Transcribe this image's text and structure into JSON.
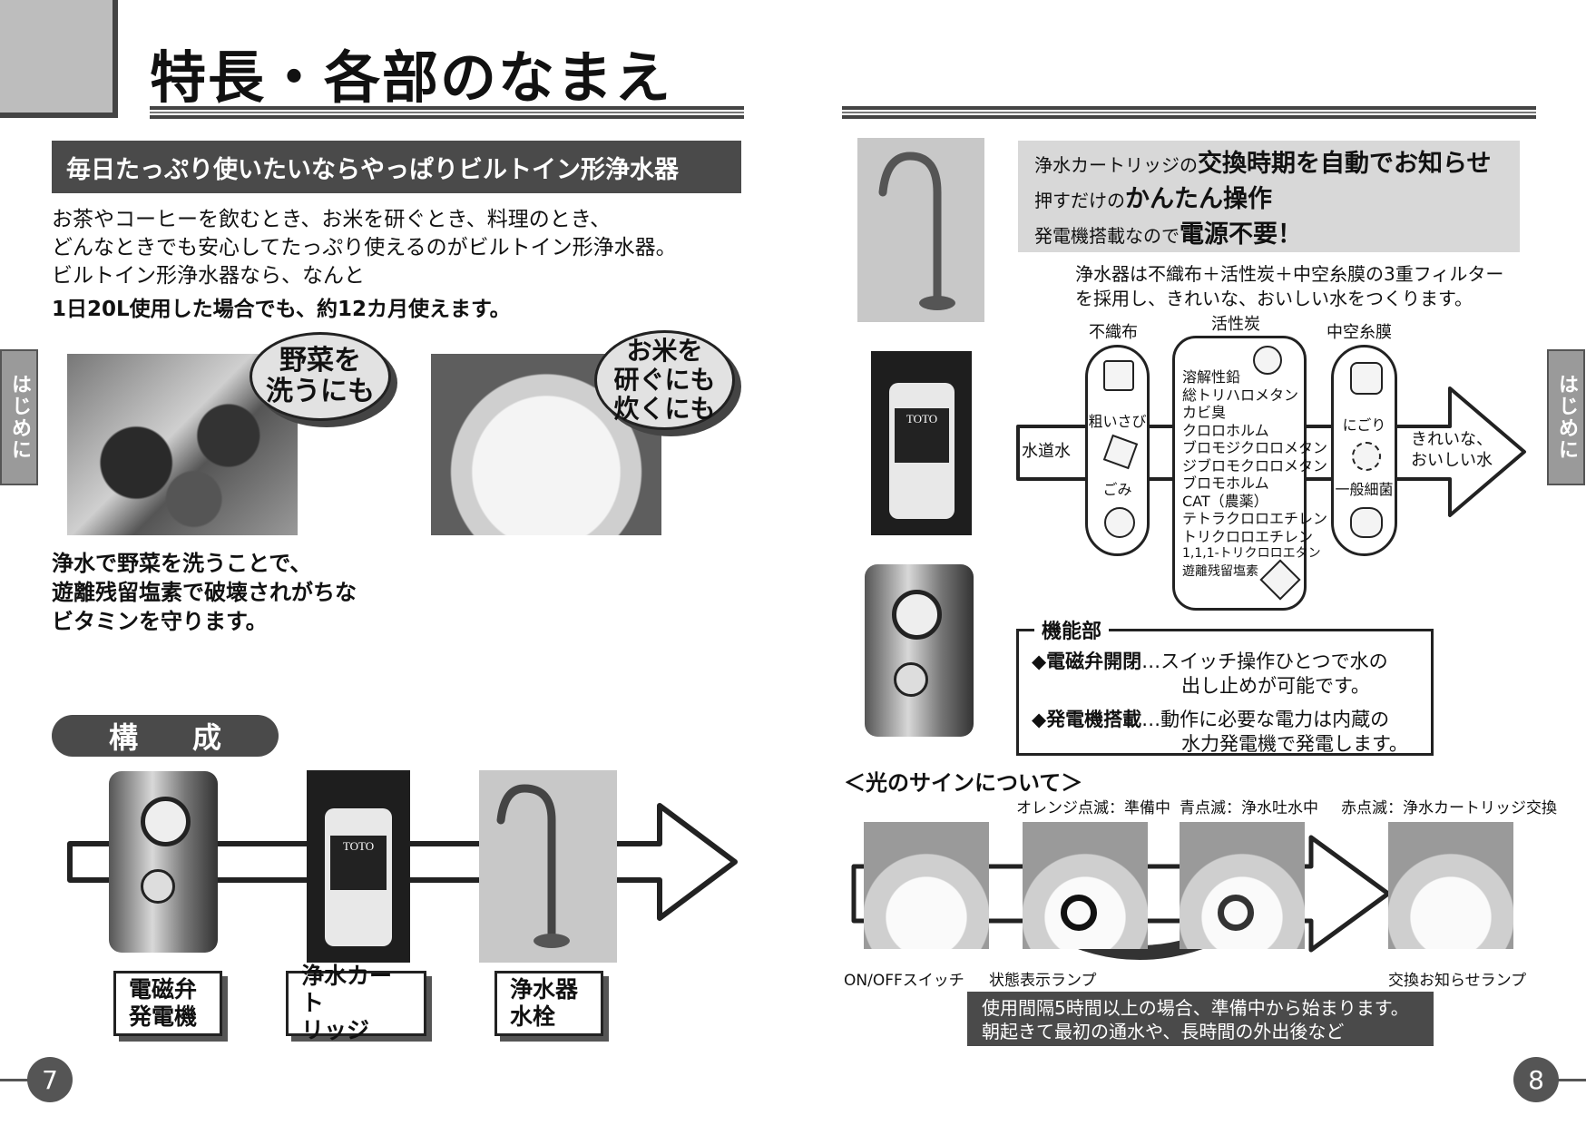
{
  "header": {
    "title": "特長・各部のなまえ"
  },
  "left_page": {
    "subheading": "毎日たっぷり使いたいならやっぱりビルトイン形浄水器",
    "intro_lines": [
      "お茶やコーヒーを飲むとき、お米を研ぐとき、料理のとき、",
      "どんなときでも安心してたっぷり使えるのがビルトイン形浄水器。",
      "ビルトイン形浄水器なら、なんと"
    ],
    "intro_bold": "1日20L使用した場合でも、約12カ月使えます。",
    "bubble_veg": "野菜を\n洗うにも",
    "bubble_rice": "お米を\n研ぐにも\n炊くにも",
    "veg_caption": [
      "浄水で野菜を洗うことで、",
      "遊離残留塩素で破壊されがちな",
      "ビタミンを守ります。"
    ],
    "composition_label": "構成",
    "parts": [
      {
        "label": "電磁弁\n発電機"
      },
      {
        "label": "浄水カート\nリッジ"
      },
      {
        "label": "浄水器\n水栓"
      }
    ],
    "page_number": "7"
  },
  "side_tab": "はじめに",
  "right_page": {
    "features": [
      {
        "prefix": "浄水カートリッジの",
        "highlight": "交換時期を自動でお知らせ"
      },
      {
        "prefix": "押すだけの",
        "highlight": "かんたん操作"
      },
      {
        "prefix": "発電機搭載なので",
        "highlight": "電源不要！"
      }
    ],
    "filter_description": [
      "浄水器は不織布＋活性炭＋中空糸膜の3重フィルター",
      "を採用し、きれいな、おいしい水をつくります。"
    ],
    "filter_stages": [
      "不織布",
      "活性炭",
      "中空糸膜"
    ],
    "inlet": "水道水",
    "outlet": "きれいな、\nおいしい水",
    "nonwoven_items": [
      "粗いさび",
      "ごみ"
    ],
    "carbon_items": [
      "溶解性鉛",
      "総トリハロメタン",
      "カビ臭",
      "クロロホルム",
      "ブロモジクロロメタン",
      "ジブロモクロロメタン",
      "ブロモホルム",
      "CAT（農薬）",
      "テトラクロロエチレン",
      "トリクロロエチレン",
      "1,1,1-トリクロロエタン",
      "遊離残留塩素"
    ],
    "hollow_items": [
      "にごり",
      "一般細菌"
    ],
    "function_section": {
      "title": "機能部",
      "items": [
        {
          "name": "◆電磁弁開閉",
          "desc1": "…スイッチ操作ひとつで水の",
          "desc2": "出し止めが可能です。"
        },
        {
          "name": "◆発電機搭載",
          "desc1": "…動作に必要な電力は内蔵の",
          "desc2": "水力発電機で発電します。"
        }
      ]
    },
    "light_sign": {
      "heading": "＜光のサインについて＞",
      "states": [
        "オレンジ点滅：準備中",
        "青点滅：浄水吐水中",
        "赤点滅：浄水カートリッジ交換"
      ],
      "switch_label": "ON/OFFスイッチ",
      "status_lamp_label": "状態表示ランプ",
      "replace_lamp_label": "交換お知らせランプ",
      "note": [
        "使用間隔5時間以上の場合、準備中から始まります。",
        "朝起きて最初の通水や、長時間の外出後など"
      ]
    },
    "cartridge_brand": "TOTO",
    "page_number": "8"
  }
}
